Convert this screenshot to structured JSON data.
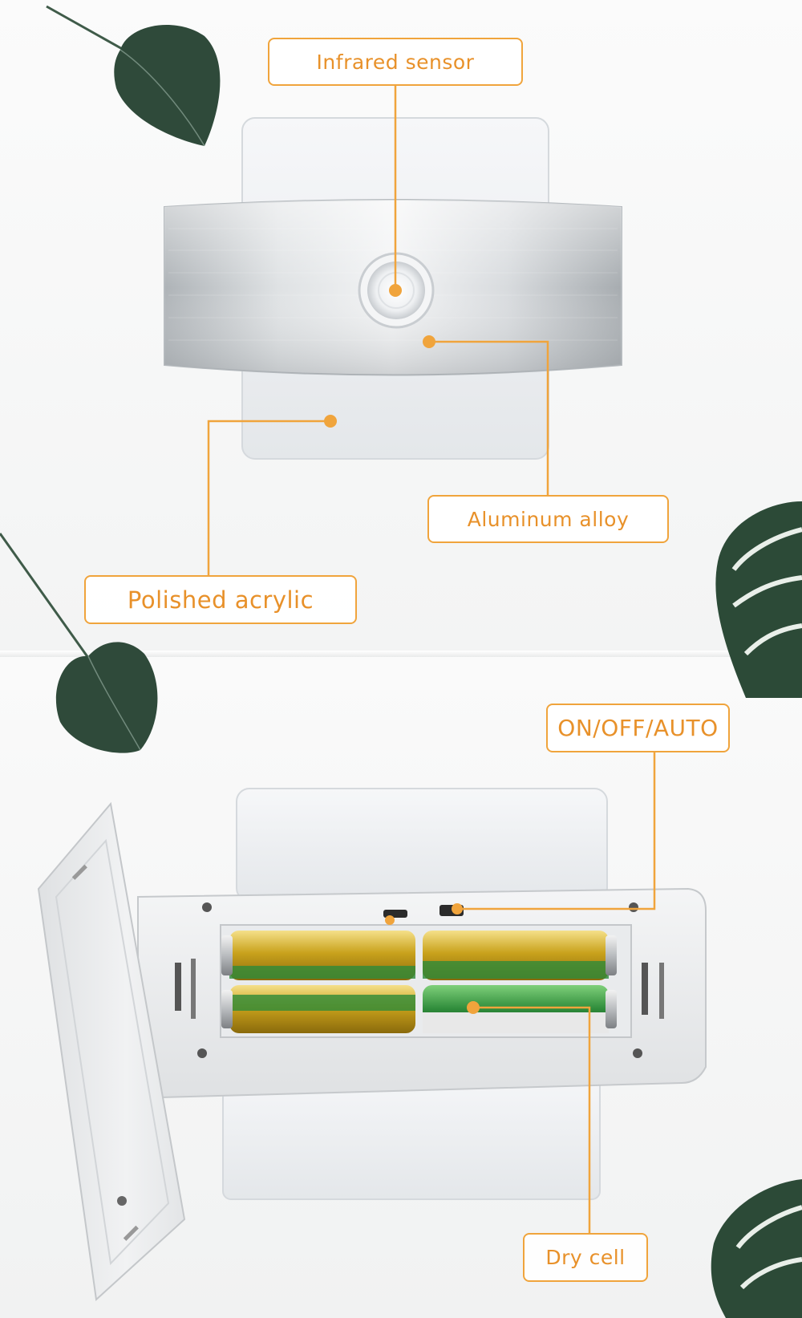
{
  "callouts": {
    "infrared": "Infrared sensor",
    "aluminum": "Aluminum alloy",
    "acrylic": "Polished acrylic",
    "switch": "ON/OFF/AUTO",
    "drycell": "Dry cell"
  },
  "colors": {
    "accent": "#f0a43c",
    "callout_text": "#e8912a",
    "leaf": "#2f4a3a",
    "aluminum": "#c9cdd0",
    "battery_gold": "#c8a21e",
    "battery_green": "#2e8b3a"
  }
}
